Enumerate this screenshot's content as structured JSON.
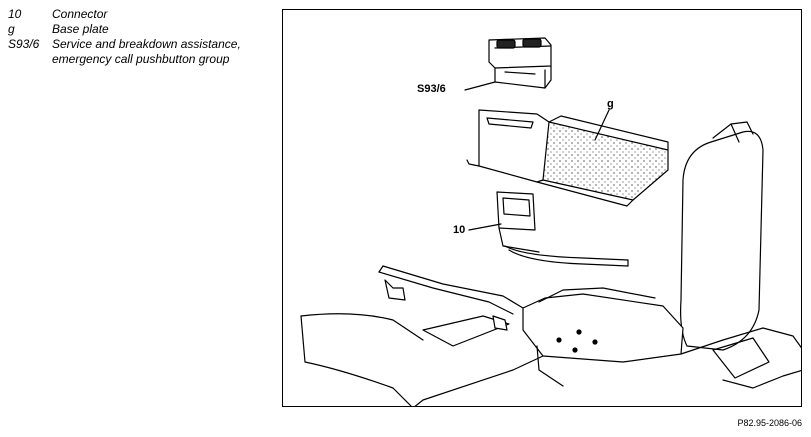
{
  "legend": [
    {
      "key": "10",
      "desc": "Connector"
    },
    {
      "key": "g",
      "desc": "Base plate"
    },
    {
      "key": "S93/6",
      "desc": "Service and breakdown assistance,\nemergency call pushbutton group"
    }
  ],
  "figure": {
    "callouts": {
      "switch": "S93/6",
      "plate": "g",
      "connector": "10"
    },
    "reference": "P82.95-2086-06"
  }
}
